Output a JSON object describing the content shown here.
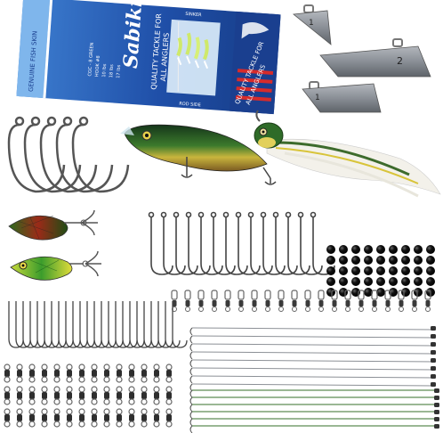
{
  "package": {
    "title": "Sabiki Rig",
    "tagline_1": "QUALITY TACKLE FOR",
    "tagline_2": "ALL ANGLERS",
    "side_text": "GENUINE FISH SKIN",
    "right_1": "QUALITY TACKLE FOR",
    "right_2": "ALL ANGLERS",
    "top_label": "SINKER",
    "bottom_label": "ROD SIDE",
    "spec_1": "CGC - 8 GREEN",
    "spec_2": "HOOK #8",
    "spec_3": "10 lbs",
    "spec_4": "18 lbs",
    "spec_5": "17 lbs"
  },
  "sinkers": [
    {
      "number": "1"
    },
    {
      "number": "2"
    },
    {
      "number": "1"
    }
  ],
  "colors": {
    "package_blue": "#1f4fa8",
    "package_light": "#7fb6ec",
    "metal": "#8a8f96",
    "lure_green": "#2f6b28",
    "lure_yellow": "#d8c43a",
    "bead_black": "#111111",
    "leader_green": "#5e8c55"
  }
}
